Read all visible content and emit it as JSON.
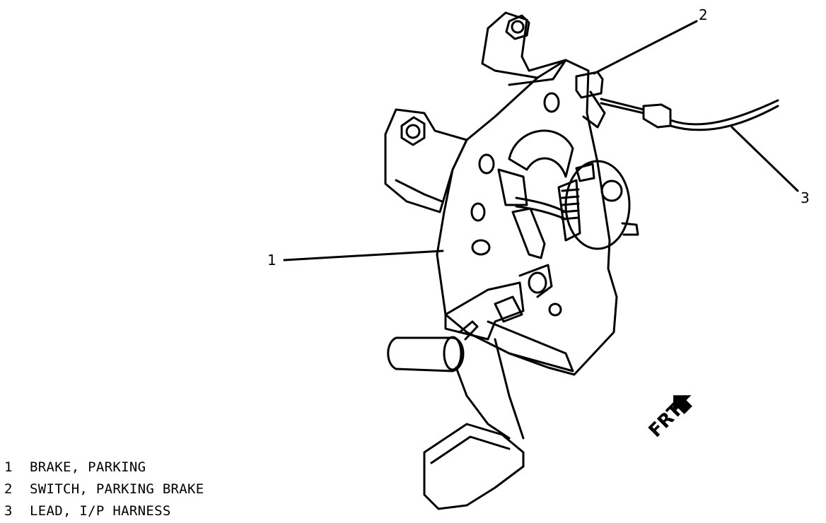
{
  "callouts": [
    {
      "num": "1"
    },
    {
      "num": "2"
    },
    {
      "num": "3"
    }
  ],
  "direction_label": "FRT",
  "legend": [
    {
      "num": "1",
      "text": "BRAKE, PARKING"
    },
    {
      "num": "2",
      "text": "SWITCH, PARKING BRAKE"
    },
    {
      "num": "3",
      "text": "LEAD, I/P HARNESS"
    }
  ]
}
